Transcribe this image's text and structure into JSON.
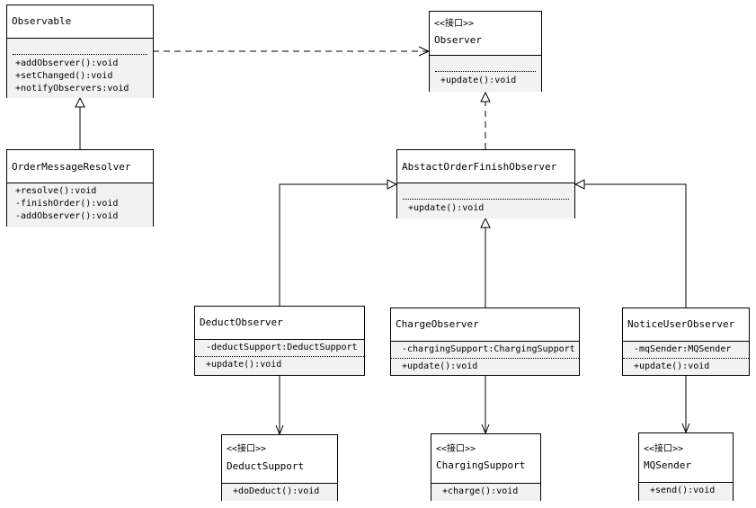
{
  "classes": {
    "observable": {
      "name": "Observable",
      "methods": [
        "+addObserver():void",
        "+setChanged():void",
        "+notifyObservers:void"
      ]
    },
    "observer": {
      "stereotype": "<<接口>>",
      "name": "Observer",
      "methods": [
        "+update():void"
      ]
    },
    "order_message_resolver": {
      "name": "OrderMessageResolver",
      "methods": [
        "+resolve():void",
        "-finishOrder():void",
        "-addObserver():void"
      ]
    },
    "abstact_order_finish_observer": {
      "name": "AbstactOrderFinishObserver",
      "methods": [
        "+update():void"
      ]
    },
    "deduct_observer": {
      "name": "DeductObserver",
      "fields": [
        "-deductSupport:DeductSupport"
      ],
      "methods": [
        "+update():void"
      ]
    },
    "charge_observer": {
      "name": "ChargeObserver",
      "fields": [
        "-chargingSupport:ChargingSupport"
      ],
      "methods": [
        "+update():void"
      ]
    },
    "notice_user_observer": {
      "name": "NoticeUserObserver",
      "fields": [
        "-mqSender:MQSender"
      ],
      "methods": [
        "+update():void"
      ]
    },
    "deduct_support": {
      "stereotype": "<<接口>>",
      "name": "DeductSupport",
      "methods": [
        "+doDeduct():void"
      ]
    },
    "charging_support": {
      "stereotype": "<<接口>>",
      "name": "ChargingSupport",
      "methods": [
        "+charge():void"
      ]
    },
    "mq_sender": {
      "stereotype": "<<接口>>",
      "name": "MQSender",
      "methods": [
        "+send():void"
      ]
    }
  }
}
